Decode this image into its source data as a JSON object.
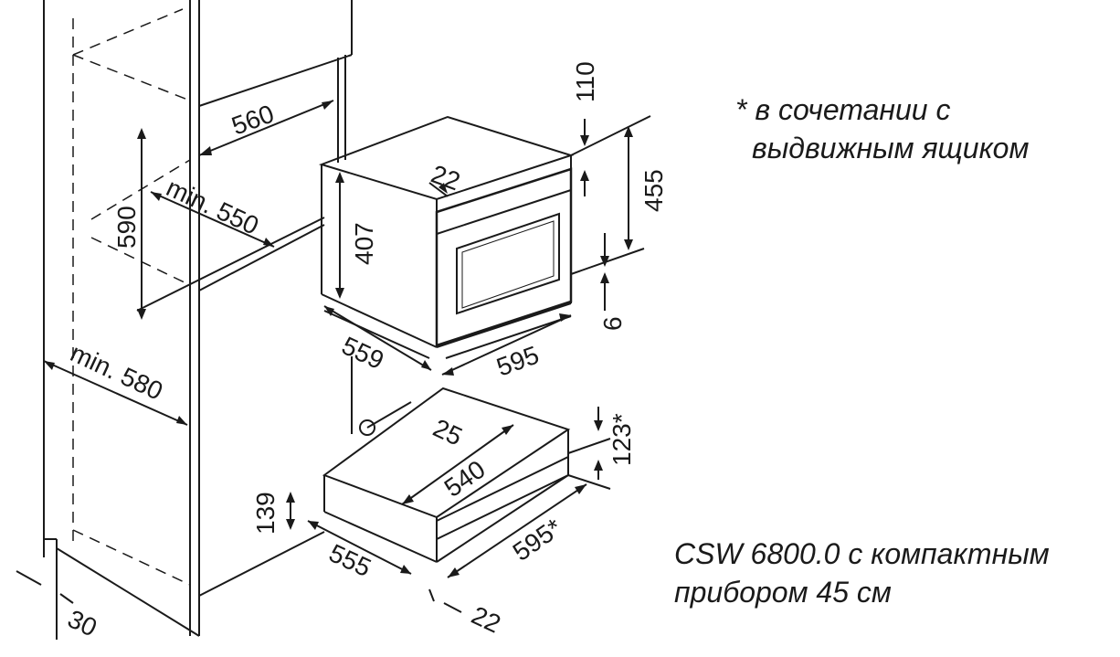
{
  "note_top": {
    "line1": "* в сочетании с",
    "line2": "выдвижным ящиком"
  },
  "note_bottom": {
    "line1": "CSW 6800.0 с компактным",
    "line2": "прибором 45 см"
  },
  "dimensions": {
    "d560": "560",
    "d590": "590",
    "dmin550": "min. 550",
    "dmin580": "min. 580",
    "d407": "407",
    "d22top": "22",
    "d110": "110",
    "d455": "455",
    "d6": "6",
    "d559": "559",
    "d595": "595",
    "d25": "25",
    "d540": "540",
    "d123": "123*",
    "d139": "139",
    "d555": "555",
    "d595star": "595*",
    "d22bottom": "22",
    "d30": "30"
  },
  "colors": {
    "line": "#1a1a1a",
    "hatch": "#d8d8d8"
  }
}
